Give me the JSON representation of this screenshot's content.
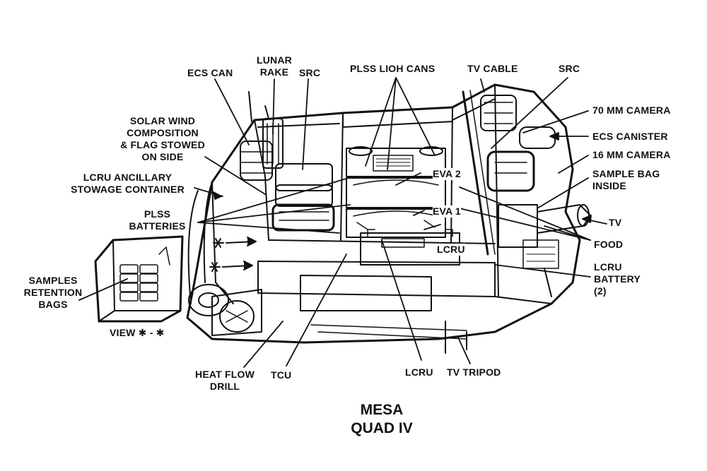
{
  "title": {
    "line1": "MESA",
    "line2": "QUAD IV"
  },
  "labels": {
    "ecs_can": "ECS CAN",
    "lunar_rake_1": "LUNAR",
    "lunar_rake_2": "RAKE",
    "src_left": "SRC",
    "plss_lioh_cans": "PLSS LIOH CANS",
    "tv_cable": "TV CABLE",
    "src_right": "SRC",
    "camera_70mm": "70 MM CAMERA",
    "ecs_canister": "ECS CANISTER",
    "camera_16mm": "16 MM CAMERA",
    "sample_bag_1": "SAMPLE BAG",
    "sample_bag_2": "INSIDE",
    "tv": "TV",
    "food": "FOOD",
    "lcru_battery_1": "LCRU",
    "lcru_battery_2": "BATTERY",
    "lcru_battery_3": "(2)",
    "tv_tripod": "TV TRIPOD",
    "lcru_bottom": "LCRU",
    "tcu": "TCU",
    "heat_flow_1": "HEAT FLOW",
    "heat_flow_2": "DRILL",
    "solar_wind_1": "SOLAR WIND",
    "solar_wind_2": "COMPOSITION",
    "solar_wind_3": "& FLAG STOWED",
    "solar_wind_4": "ON SIDE",
    "lcru_ancillary_1": "LCRU ANCILLARY",
    "lcru_ancillary_2": "STOWAGE CONTAINER",
    "plss_batteries_1": "PLSS",
    "plss_batteries_2": "BATTERIES",
    "samples_retention_1": "SAMPLES",
    "samples_retention_2": "RETENTION",
    "samples_retention_3": "BAGS",
    "view": "VIEW ✱ - ✱",
    "eva2": "EVA 2",
    "eva1": "EVA 1",
    "lcru_inner": "LCRU"
  }
}
